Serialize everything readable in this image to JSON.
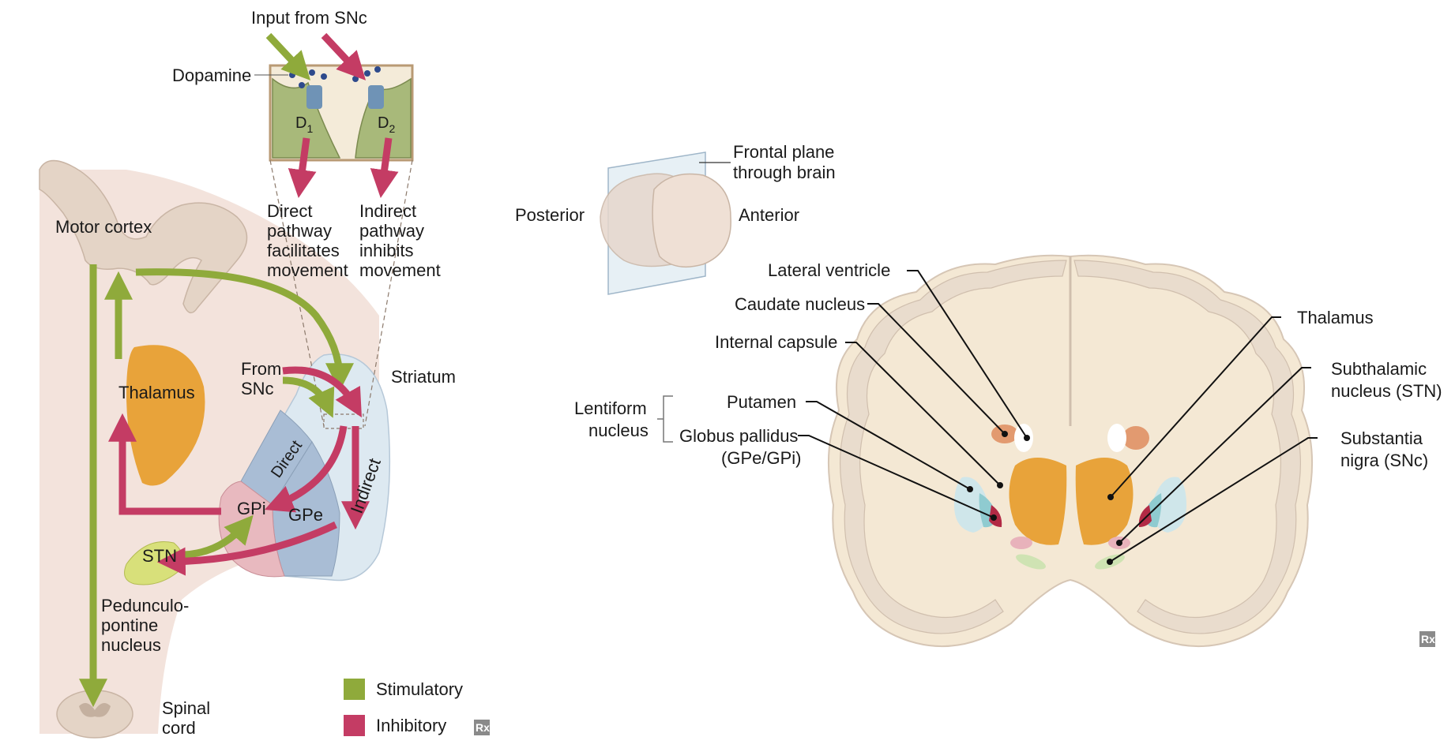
{
  "left_diagram": {
    "input_from_snc": "Input from SNc",
    "dopamine": "Dopamine",
    "d1": "D",
    "d1_sub": "1",
    "d2": "D",
    "d2_sub": "2",
    "direct_text": [
      "Direct",
      "pathway",
      "facilitates",
      "movement"
    ],
    "indirect_text": [
      "Indirect",
      "pathway",
      "inhibits",
      "movement"
    ],
    "motor_cortex": "Motor cortex",
    "thalamus": "Thalamus",
    "from_snc": [
      "From",
      "SNc"
    ],
    "striatum": "Striatum",
    "direct": "Direct",
    "indirect": "Indirect",
    "gpi": "GPi",
    "gpe": "GPe",
    "stn": "STN",
    "ppn": [
      "Pedunculo-",
      "pontine",
      "nucleus"
    ],
    "spinal_cord": [
      "Spinal",
      "cord"
    ]
  },
  "legend": {
    "stimulatory": "Stimulatory",
    "inhibitory": "Inhibitory"
  },
  "colors": {
    "stimulatory": "#8faa3b",
    "inhibitory": "#c43c64",
    "thalamus": "#e8a33a",
    "gpi": "#e8b9bf",
    "gpe": "#a9bdd5",
    "striatum": "#dde9f1",
    "stn": "#d8e07a",
    "tissue": "#f3e3dc",
    "brain": "#f4e8d4",
    "cortex": "#e4d4c6"
  },
  "right_diagram": {
    "frontal_plane": [
      "Frontal plane",
      "through brain"
    ],
    "posterior": "Posterior",
    "anterior": "Anterior",
    "lateral_ventricle": "Lateral ventricle",
    "caudate_nucleus": "Caudate nucleus",
    "internal_capsule": "Internal capsule",
    "lentiform": [
      "Lentiform",
      "nucleus"
    ],
    "putamen": "Putamen",
    "globus_pallidus": [
      "Globus pallidus",
      "(GPe/GPi)"
    ],
    "thalamus": "Thalamus",
    "stn": [
      "Subthalamic",
      "nucleus (STN)"
    ],
    "snc": [
      "Substantia",
      "nigra (SNc)"
    ]
  },
  "logo_text": "Rx"
}
